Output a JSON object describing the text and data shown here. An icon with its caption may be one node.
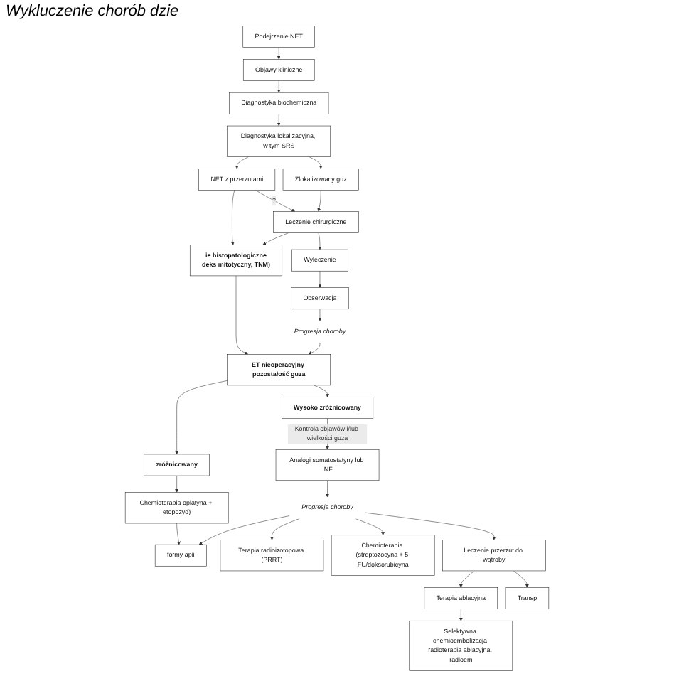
{
  "diagram": {
    "nodes": [
      {
        "text": [
          "Podejrzenie NET"
        ]
      },
      {
        "text": [
          "Objawy kliniczne"
        ]
      },
      {
        "text": [
          "Diagnostyka biochemiczna"
        ]
      },
      {
        "text": [
          "Diagnostyka lokalizacyjna, w tym SRS"
        ]
      },
      {
        "text": [
          "NET z przerzutami"
        ]
      },
      {
        "text": [
          "Zlokalizowany guz"
        ]
      },
      {
        "text": [
          "ie histopatologiczne",
          "deks mitotyczny, TNM)"
        ]
      },
      {
        "text": [
          "Leczenie chirurgiczne"
        ]
      },
      {
        "text": [
          "Wyleczenie"
        ]
      },
      {
        "text": [
          "Obserwacja"
        ]
      },
      {
        "text": [
          "ET nieoperacyjny pozostałość guza"
        ]
      },
      {
        "text": [
          "Progresja choroby"
        ]
      },
      {
        "text": [
          "zróżnicowany"
        ]
      },
      {
        "text": [
          "Wysoko zróżnicowany"
        ]
      },
      {
        "text": [
          "Chemioterapia oplatyna + etopozyd)"
        ]
      },
      {
        "text": [
          "Analogi somatostatyny lub INF"
        ]
      },
      {
        "text": [
          "Progresja choroby"
        ]
      },
      {
        "text": [
          "formy apii"
        ]
      },
      {
        "text": [
          "Terapia radioizotopowa (PRRT)"
        ]
      },
      {
        "text": [
          "Chemioterapia (streptozocyna + 5 FU/doksorubicyna"
        ]
      },
      {
        "text": [
          "Leczenie przerzut do wątroby"
        ]
      },
      {
        "text": [
          "Terapia ablacyjna"
        ]
      },
      {
        "text": [
          "Transp"
        ]
      },
      {
        "text": [
          "Selektywna chemioembolizacja radioterapia ablacyjna, radioem"
        ]
      }
    ],
    "edges": [
      {
        "from": 0,
        "to": 1,
        "arrow": "to"
      },
      {
        "from": 1,
        "to": 2,
        "arrow": "to"
      },
      {
        "from": 2,
        "to": 3,
        "arrow": "to"
      },
      {
        "from": 3,
        "to": 4,
        "arrow": "to"
      },
      {
        "from": 3,
        "to": 5,
        "arrow": "to"
      },
      {
        "from": 4,
        "to": 6,
        "arrow": "to"
      },
      {
        "from": 4,
        "to": 7,
        "arrow": "to",
        "label": "?"
      },
      {
        "from": 5,
        "to": 7,
        "arrow": "to"
      },
      {
        "from": 7,
        "to": 6,
        "arrow": "to"
      },
      {
        "from": 7,
        "to": 8,
        "arrow": "to"
      },
      {
        "from": 8,
        "to": 9,
        "arrow": "to"
      },
      {
        "from": 9,
        "to": 11,
        "arrow": "to"
      },
      {
        "from": 11,
        "to": 10,
        "arrow": "to"
      },
      {
        "from": 6,
        "to": 10,
        "arrow": "to"
      },
      {
        "from": 10,
        "to": 12,
        "arrow": "to"
      },
      {
        "from": 10,
        "to": 13,
        "arrow": "to"
      },
      {
        "from": 12,
        "to": 14,
        "arrow": "to"
      },
      {
        "from": 13,
        "to": 15,
        "arrow": "to",
        "label": "Kontrola objawów i/lub wielkości guza"
      },
      {
        "from": 14,
        "to": 17,
        "arrow": "to"
      },
      {
        "from": 15,
        "to": 16,
        "arrow": "to"
      },
      {
        "from": 16,
        "to": 17,
        "arrow": "to"
      },
      {
        "from": 16,
        "to": 18,
        "arrow": "to"
      },
      {
        "from": 16,
        "to": 19,
        "arrow": "to"
      },
      {
        "from": 16,
        "to": 20,
        "arrow": "to"
      },
      {
        "from": 20,
        "to": 21,
        "arrow": "to"
      },
      {
        "from": 20,
        "to": 22,
        "arrow": "to"
      },
      {
        "from": 21,
        "to": 23,
        "arrow": "to"
      }
    ],
    "labels": [
      "Wykluczenie chorób dzie"
    ]
  }
}
